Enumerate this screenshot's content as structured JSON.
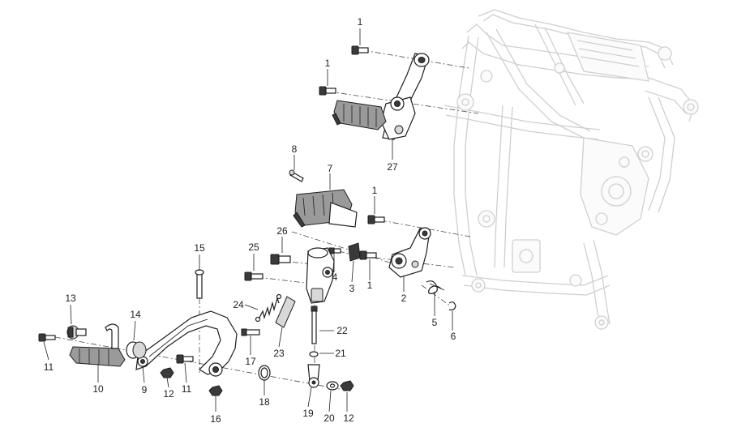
{
  "callouts": [
    {
      "id": "c1a",
      "label": "1"
    },
    {
      "id": "c1b",
      "label": "1"
    },
    {
      "id": "c1c",
      "label": "1"
    },
    {
      "id": "c1d",
      "label": "1"
    },
    {
      "id": "c2",
      "label": "2"
    },
    {
      "id": "c3",
      "label": "3"
    },
    {
      "id": "c4",
      "label": "4"
    },
    {
      "id": "c5",
      "label": "5"
    },
    {
      "id": "c6",
      "label": "6"
    },
    {
      "id": "c7",
      "label": "7"
    },
    {
      "id": "c8",
      "label": "8"
    },
    {
      "id": "c9",
      "label": "9"
    },
    {
      "id": "c10",
      "label": "10"
    },
    {
      "id": "c11a",
      "label": "11"
    },
    {
      "id": "c11b",
      "label": "11"
    },
    {
      "id": "c12a",
      "label": "12"
    },
    {
      "id": "c12b",
      "label": "12"
    },
    {
      "id": "c13",
      "label": "13"
    },
    {
      "id": "c14",
      "label": "14"
    },
    {
      "id": "c15",
      "label": "15"
    },
    {
      "id": "c16",
      "label": "16"
    },
    {
      "id": "c17",
      "label": "17"
    },
    {
      "id": "c18",
      "label": "18"
    },
    {
      "id": "c19",
      "label": "19"
    },
    {
      "id": "c20",
      "label": "20"
    },
    {
      "id": "c21",
      "label": "21"
    },
    {
      "id": "c22",
      "label": "22"
    },
    {
      "id": "c23",
      "label": "23"
    },
    {
      "id": "c24",
      "label": "24"
    },
    {
      "id": "c25",
      "label": "25"
    },
    {
      "id": "c26",
      "label": "26"
    },
    {
      "id": "c27",
      "label": "27"
    }
  ]
}
